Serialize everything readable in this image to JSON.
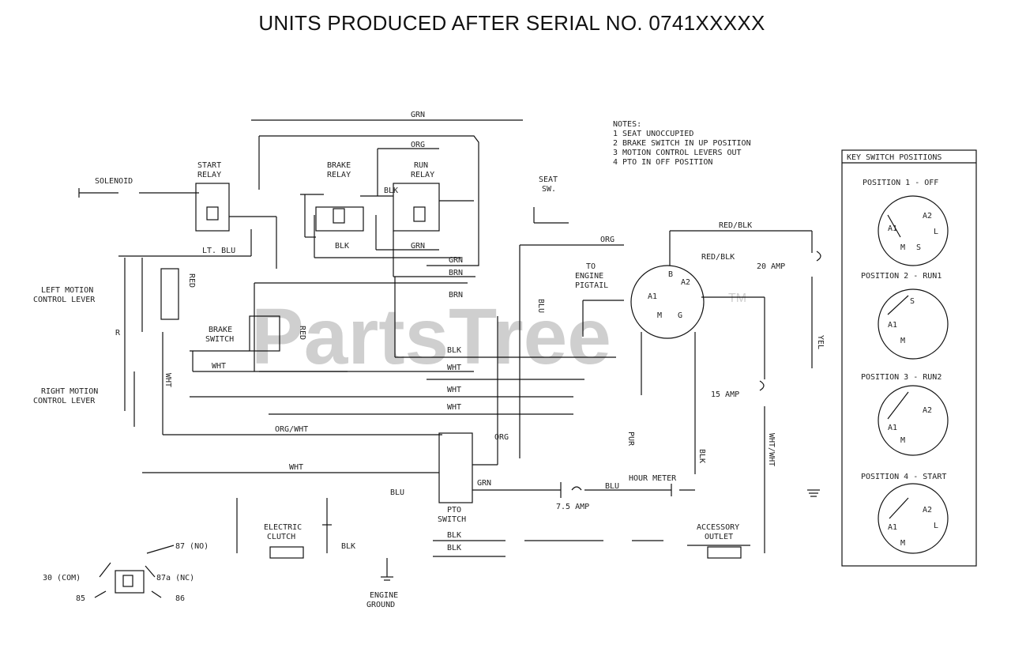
{
  "title": "UNITS PRODUCED AFTER SERIAL NO. 0741XXXXX",
  "watermark": {
    "text": "PartsTree",
    "tm": "TM"
  },
  "notes": {
    "heading": "NOTES:",
    "lines": [
      "1  SEAT UNOCCUPIED",
      "2  BRAKE SWITCH IN UP POSITION",
      "3  MOTION CONTROL LEVERS OUT",
      "4  PTO IN OFF POSITION"
    ]
  },
  "key_switch": {
    "box_title": "KEY SWITCH POSITIONS",
    "positions": [
      {
        "label": "POSITION 1 - OFF"
      },
      {
        "label": "POSITION 2 - RUN1"
      },
      {
        "label": "POSITION 3 - RUN2"
      },
      {
        "label": "POSITION 4 - START"
      }
    ],
    "terminal_labels": [
      "A1",
      "A2",
      "S",
      "M",
      "L",
      "B",
      "G"
    ]
  },
  "components": {
    "solenoid": "SOLENOID",
    "start_relay": [
      "START",
      "RELAY"
    ],
    "brake_relay": [
      "BRAKE",
      "RELAY"
    ],
    "run_relay": [
      "RUN",
      "RELAY"
    ],
    "seat_sw": [
      "SEAT",
      "SW."
    ],
    "to_engine_pigtail": [
      "TO",
      "ENGINE",
      "PIGTAIL"
    ],
    "left_motion": [
      "LEFT MOTION",
      "CONTROL LEVER"
    ],
    "right_motion": [
      "RIGHT MOTION",
      "CONTROL LEVER"
    ],
    "brake_switch": [
      "BRAKE",
      "SWITCH"
    ],
    "pto_switch": [
      "PTO",
      "SWITCH"
    ],
    "electric_clutch": [
      "ELECTRIC",
      "CLUTCH"
    ],
    "engine_ground": [
      "ENGINE",
      "GROUND"
    ],
    "accessory_outlet": [
      "ACCESSORY",
      "OUTLET"
    ],
    "hour_meter": "HOUR METER",
    "fuse_20": "20 AMP",
    "fuse_15": "15 AMP",
    "fuse_75": "7.5 AMP",
    "relay_pins": {
      "p87": "87 (NO)",
      "p30": "30 (COM)",
      "p87a": "87a (NC)",
      "p85": "85",
      "p86": "86"
    }
  },
  "wire_labels": {
    "grn": "GRN",
    "org": "ORG",
    "red_blk": "RED/BLK",
    "lt_blu": "LT. BLU",
    "blk": "BLK",
    "brn": "BRN",
    "wht": "WHT",
    "org_wht": "ORG/WHT",
    "blu": "BLU",
    "red": "RED",
    "pur": "PUR",
    "yel": "YEL",
    "wht_wht": "WHT/WHT",
    "r": "R"
  }
}
